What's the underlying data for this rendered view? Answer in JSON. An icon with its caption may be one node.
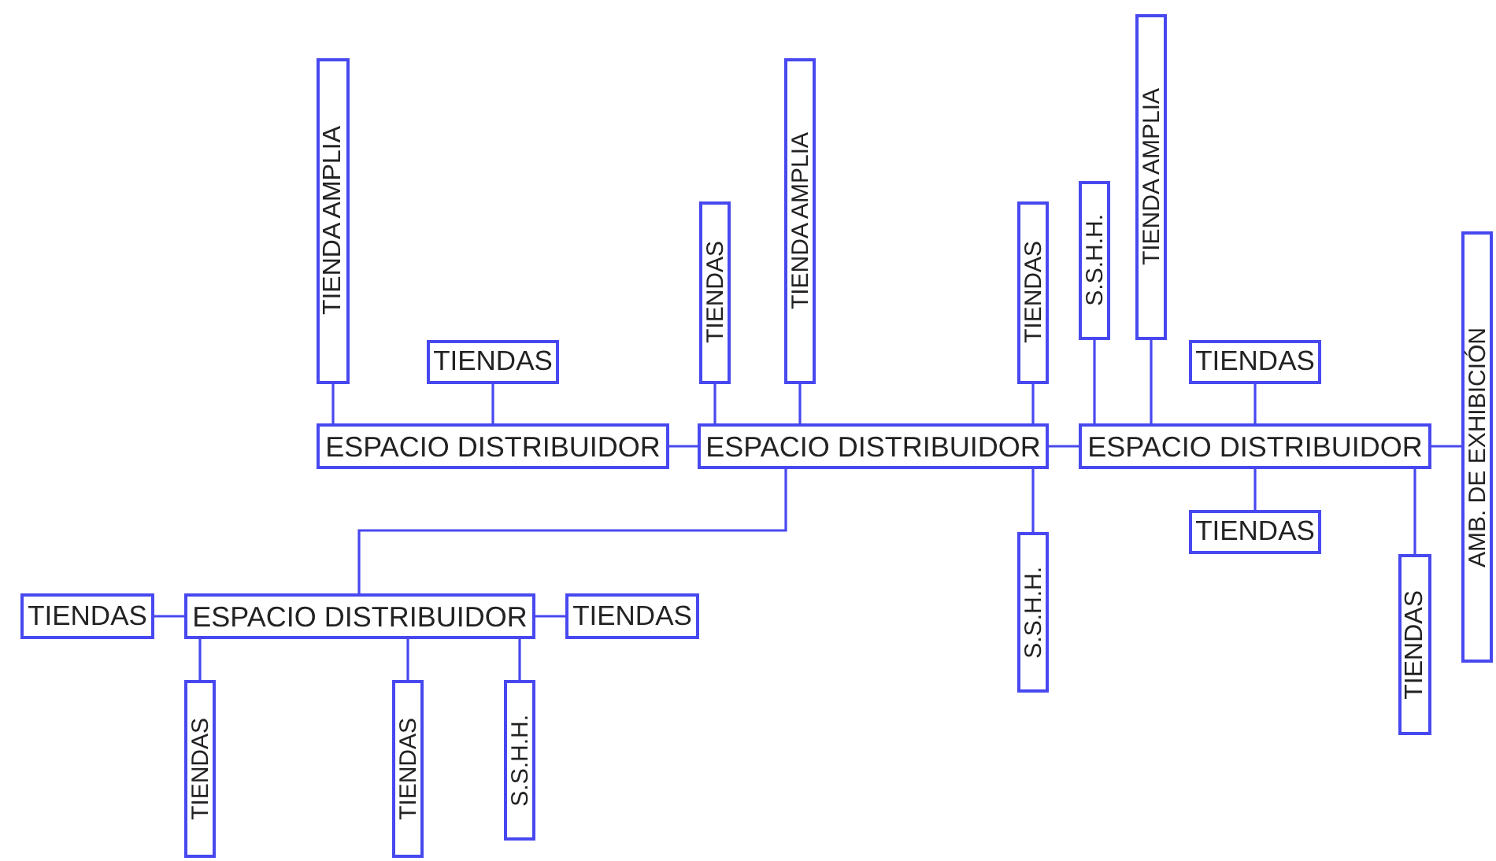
{
  "diagram": {
    "nodes": [
      {
        "text": [
          "TIENDA AMPLIA"
        ]
      },
      {
        "text": [
          "TIENDAS"
        ]
      },
      {
        "text": [
          "TIENDAS"
        ]
      },
      {
        "text": [
          "TIENDA AMPLIA"
        ]
      },
      {
        "text": [
          "TIENDAS"
        ]
      },
      {
        "text": [
          "S.S.H.H."
        ]
      },
      {
        "text": [
          "TIENDA AMPLIA"
        ]
      },
      {
        "text": [
          "TIENDAS"
        ]
      },
      {
        "text": [
          "AMB. DE EXHIBICIÓN"
        ]
      },
      {
        "text": [
          "ESPACIO DISTRIBUIDOR"
        ]
      },
      {
        "text": [
          "ESPACIO DISTRIBUIDOR"
        ]
      },
      {
        "text": [
          "ESPACIO DISTRIBUIDOR"
        ]
      },
      {
        "text": [
          "TIENDAS"
        ]
      },
      {
        "text": [
          "S.S.H.H."
        ]
      },
      {
        "text": [
          "TIENDAS"
        ]
      },
      {
        "text": [
          "TIENDAS"
        ]
      },
      {
        "text": [
          "ESPACIO DISTRIBUIDOR"
        ]
      },
      {
        "text": [
          "TIENDAS"
        ]
      },
      {
        "text": [
          "TIENDAS"
        ]
      },
      {
        "text": [
          "TIENDAS"
        ]
      },
      {
        "text": [
          "S.S.H.H."
        ]
      }
    ],
    "edges": [
      {
        "from": 9,
        "to": 0,
        "arrow": "none"
      },
      {
        "from": 9,
        "to": 1,
        "arrow": "none"
      },
      {
        "from": 9,
        "to": 10,
        "arrow": "none"
      },
      {
        "from": 10,
        "to": 2,
        "arrow": "none"
      },
      {
        "from": 10,
        "to": 3,
        "arrow": "none"
      },
      {
        "from": 10,
        "to": 4,
        "arrow": "none"
      },
      {
        "from": 10,
        "to": 13,
        "arrow": "none"
      },
      {
        "from": 10,
        "to": 11,
        "arrow": "none"
      },
      {
        "from": 11,
        "to": 5,
        "arrow": "none"
      },
      {
        "from": 11,
        "to": 6,
        "arrow": "none"
      },
      {
        "from": 11,
        "to": 7,
        "arrow": "none"
      },
      {
        "from": 11,
        "to": 12,
        "arrow": "none"
      },
      {
        "from": 11,
        "to": 14,
        "arrow": "none"
      },
      {
        "from": 11,
        "to": 8,
        "arrow": "none"
      },
      {
        "from": 10,
        "to": 16,
        "arrow": "none"
      },
      {
        "from": 16,
        "to": 15,
        "arrow": "none"
      },
      {
        "from": 16,
        "to": 17,
        "arrow": "none"
      },
      {
        "from": 16,
        "to": 18,
        "arrow": "none"
      },
      {
        "from": 16,
        "to": 19,
        "arrow": "none"
      },
      {
        "from": 16,
        "to": 20,
        "arrow": "none"
      }
    ]
  }
}
